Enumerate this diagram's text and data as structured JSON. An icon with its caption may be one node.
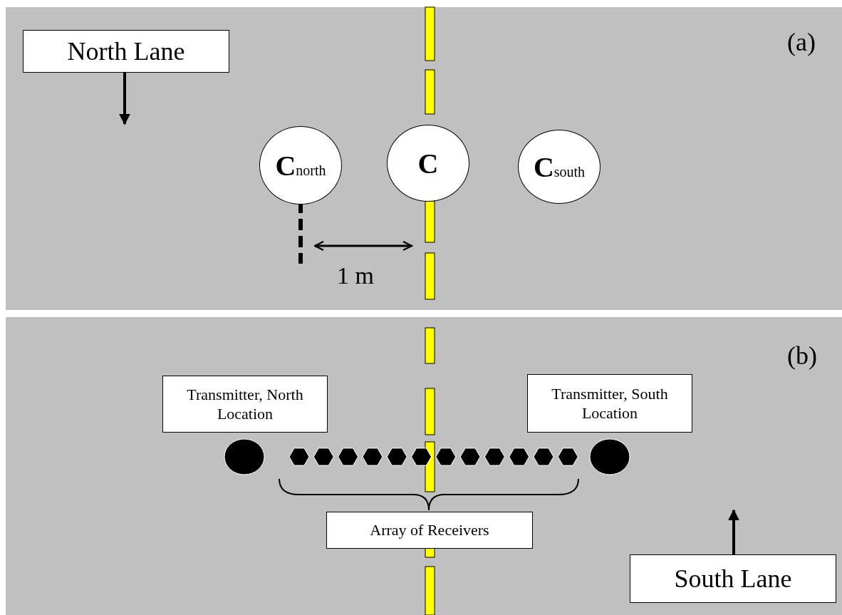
{
  "diagram": {
    "nodes": [
      {
        "text": [
          "North Lane"
        ]
      },
      {
        "text": [
          "C$_{north}$"
        ]
      },
      {
        "text": [
          "C"
        ]
      },
      {
        "text": [
          "C$_{south}$"
        ]
      },
      {
        "text": [
          "Transmitter, North Location"
        ]
      },
      {
        "text": [
          "Transmitter, South Location"
        ]
      },
      {
        "text": [
          "Array of Receivers"
        ]
      },
      {
        "text": [
          "South Lane"
        ]
      }
    ],
    "edges": [],
    "labels": [
      "(a)",
      "1 m",
      "(b)"
    ]
  }
}
